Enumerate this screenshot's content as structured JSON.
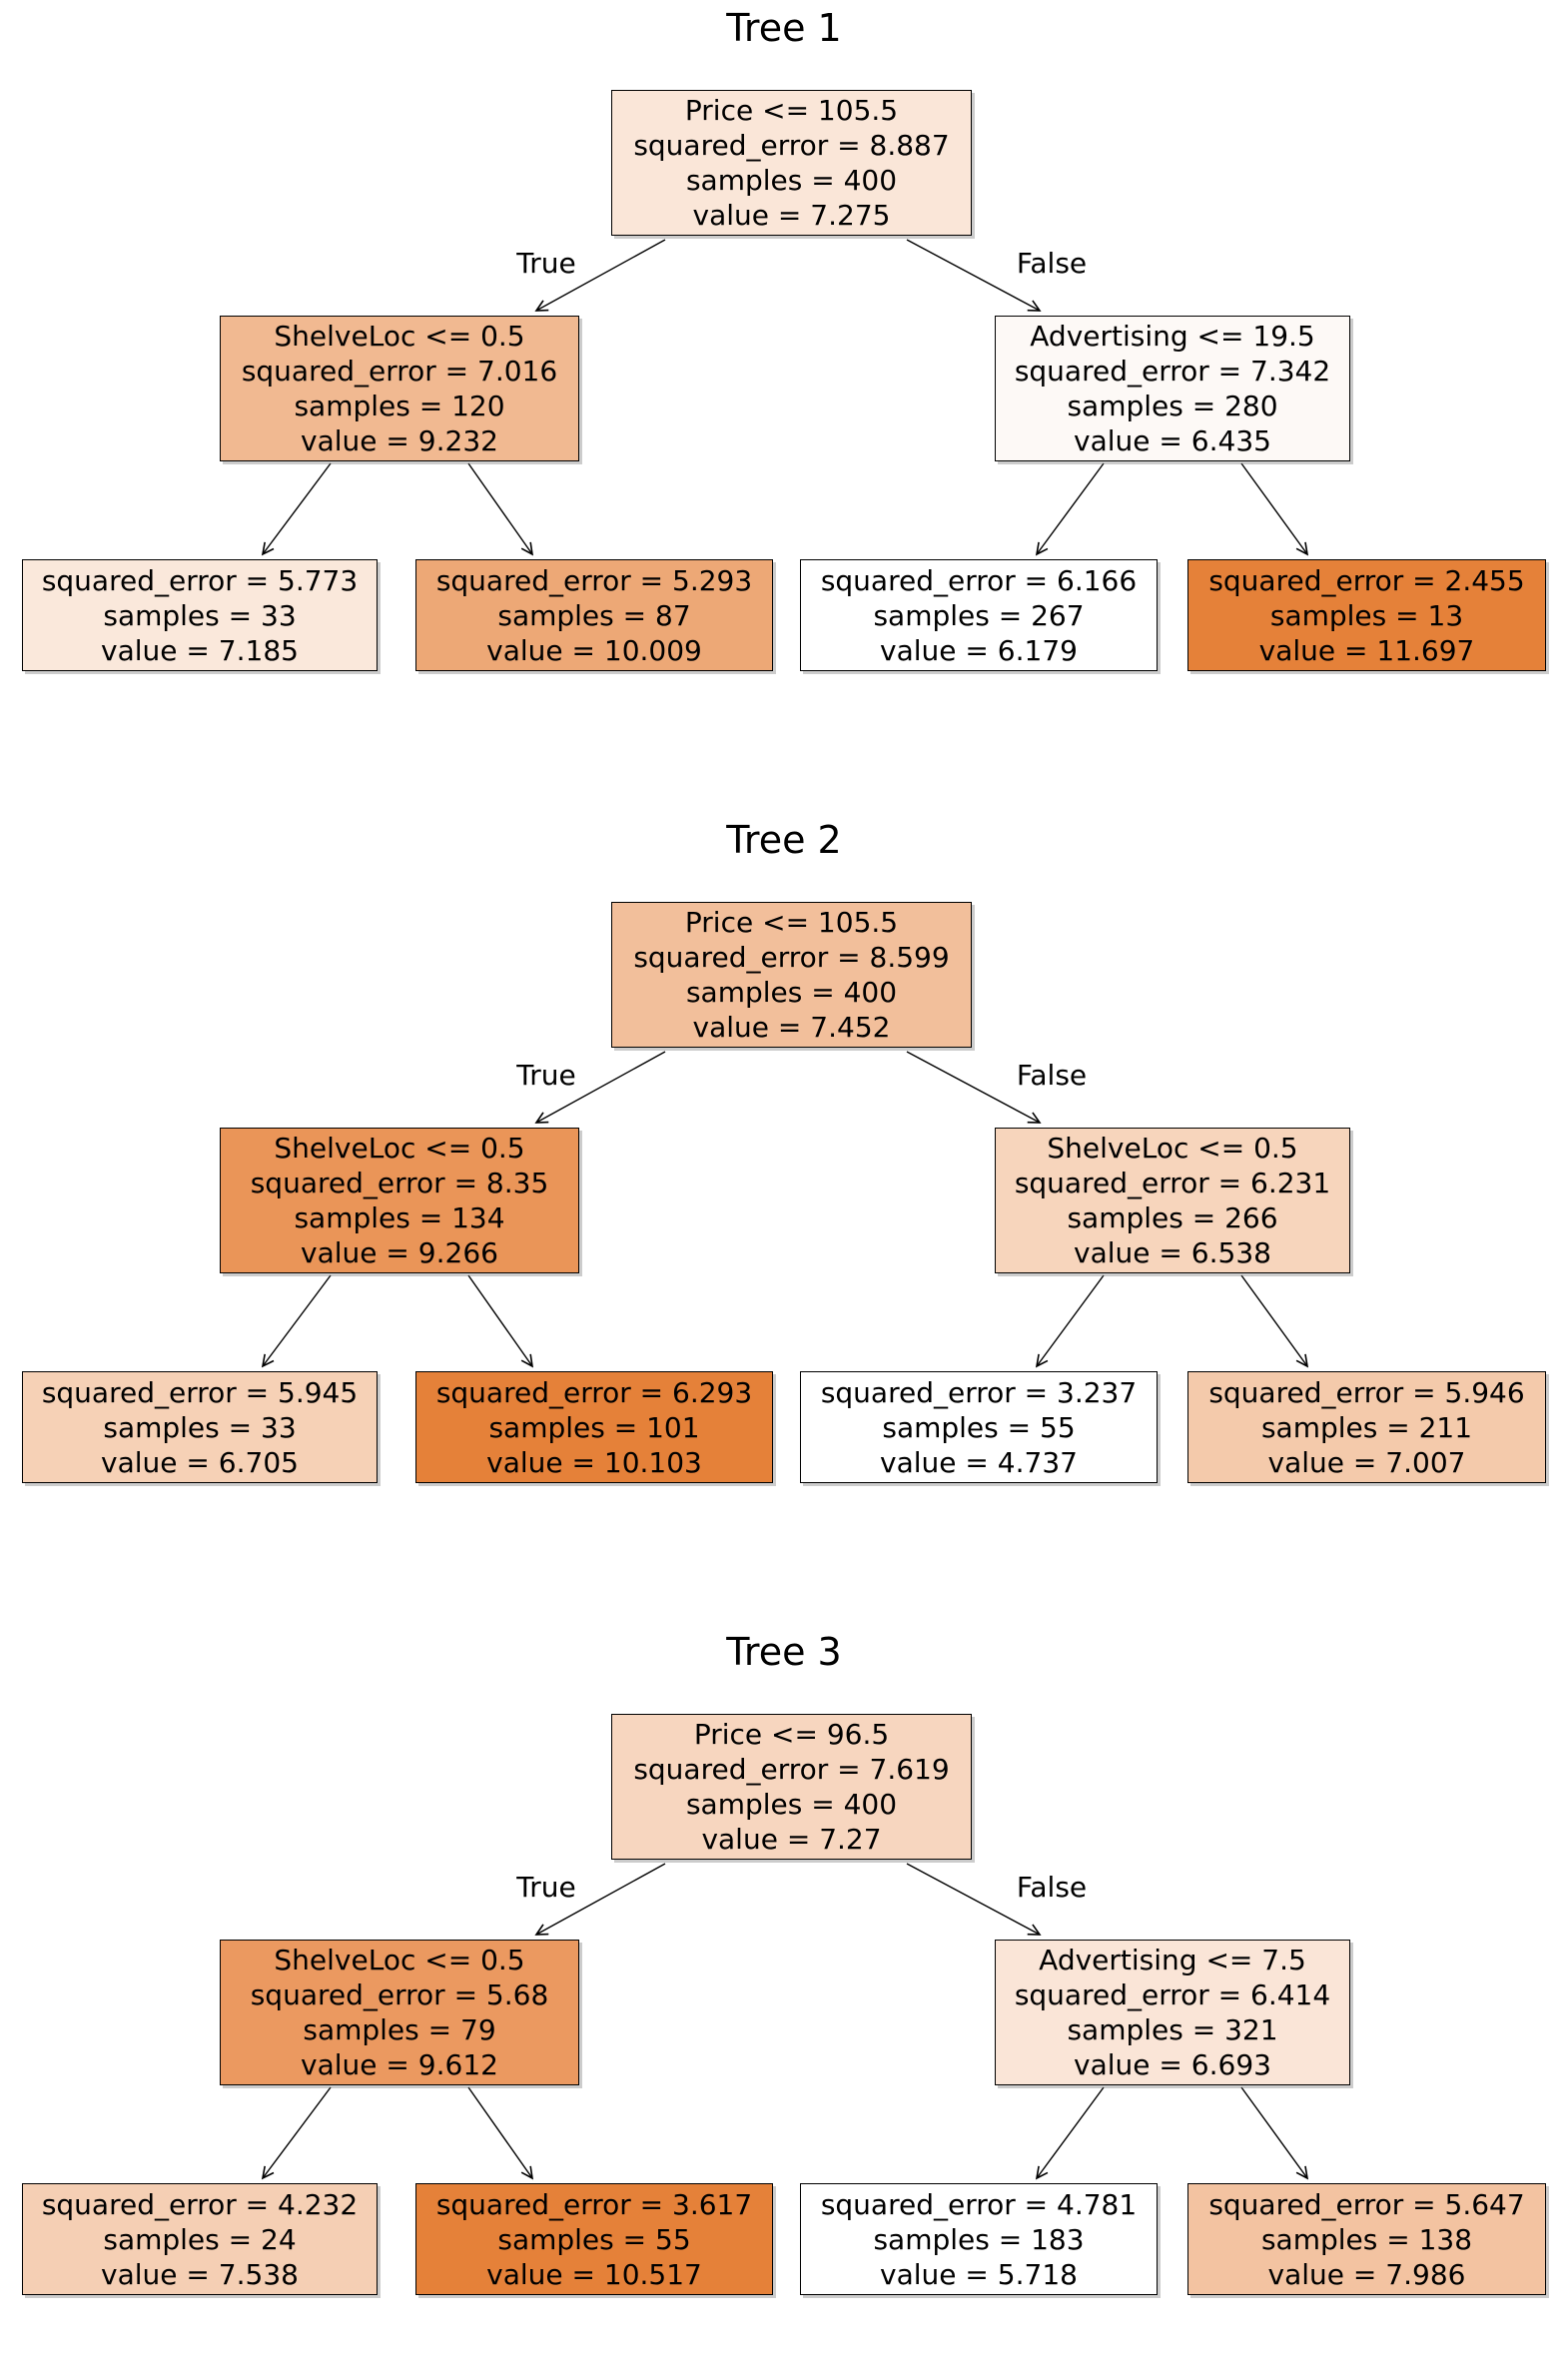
{
  "figure": {
    "background": "#ffffff",
    "node_border_color": "#000000",
    "max_value_color": "#e58139"
  },
  "labels": {
    "true_branch": "True",
    "false_branch": "False"
  },
  "trees": [
    {
      "title": "Tree 1",
      "root": {
        "text": [
          "Price <= 105.5",
          "squared_error = 8.887",
          "samples = 400",
          "value = 7.275"
        ],
        "color": "#fae6d8"
      },
      "left": {
        "text": [
          "ShelveLoc <= 0.5",
          "squared_error = 7.016",
          "samples = 120",
          "value = 9.232"
        ],
        "color": "#f1b991"
      },
      "right": {
        "text": [
          "Advertising <= 19.5",
          "squared_error = 7.342",
          "samples = 280",
          "value = 6.435"
        ],
        "color": "#fdf9f6"
      },
      "leaves": [
        {
          "text": [
            "squared_error = 5.773",
            "samples = 33",
            "value = 7.185"
          ],
          "color": "#fae8db"
        },
        {
          "text": [
            "squared_error = 5.293",
            "samples = 87",
            "value = 10.009"
          ],
          "color": "#eda876"
        },
        {
          "text": [
            "squared_error = 6.166",
            "samples = 267",
            "value = 6.179"
          ],
          "color": "#ffffff"
        },
        {
          "text": [
            "squared_error = 2.455",
            "samples = 13",
            "value = 11.697"
          ],
          "color": "#e58139"
        }
      ]
    },
    {
      "title": "Tree 2",
      "root": {
        "text": [
          "Price <= 105.5",
          "squared_error = 8.599",
          "samples = 400",
          "value = 7.452"
        ],
        "color": "#f2bf9b"
      },
      "left": {
        "text": [
          "ShelveLoc <= 0.5",
          "squared_error = 8.35",
          "samples = 134",
          "value = 9.266"
        ],
        "color": "#ea9558"
      },
      "right": {
        "text": [
          "ShelveLoc <= 0.5",
          "squared_error = 6.231",
          "samples = 266",
          "value = 6.538"
        ],
        "color": "#f7d5bc"
      },
      "leaves": [
        {
          "text": [
            "squared_error = 5.945",
            "samples = 33",
            "value = 6.705"
          ],
          "color": "#f6d1b6"
        },
        {
          "text": [
            "squared_error = 6.293",
            "samples = 101",
            "value = 10.103"
          ],
          "color": "#e58139"
        },
        {
          "text": [
            "squared_error = 3.237",
            "samples = 55",
            "value = 4.737"
          ],
          "color": "#ffffff"
        },
        {
          "text": [
            "squared_error = 5.946",
            "samples = 211",
            "value = 7.007"
          ],
          "color": "#f4caab"
        }
      ]
    },
    {
      "title": "Tree 3",
      "root": {
        "text": [
          "Price <= 96.5",
          "squared_error = 7.619",
          "samples = 400",
          "value = 7.27"
        ],
        "color": "#f7d6bf"
      },
      "left": {
        "text": [
          "ShelveLoc <= 0.5",
          "squared_error = 5.68",
          "samples = 79",
          "value = 9.612"
        ],
        "color": "#eb9960"
      },
      "right": {
        "text": [
          "Advertising <= 7.5",
          "squared_error = 6.414",
          "samples = 321",
          "value = 6.693"
        ],
        "color": "#fae5d7"
      },
      "leaves": [
        {
          "text": [
            "squared_error = 4.232",
            "samples = 24",
            "value = 7.538"
          ],
          "color": "#f5cfb4"
        },
        {
          "text": [
            "squared_error = 3.617",
            "samples = 55",
            "value = 10.517"
          ],
          "color": "#e58139"
        },
        {
          "text": [
            "squared_error = 4.781",
            "samples = 183",
            "value = 5.718"
          ],
          "color": "#ffffff"
        },
        {
          "text": [
            "squared_error = 5.647",
            "samples = 138",
            "value = 7.986"
          ],
          "color": "#f3c3a1"
        }
      ]
    }
  ]
}
